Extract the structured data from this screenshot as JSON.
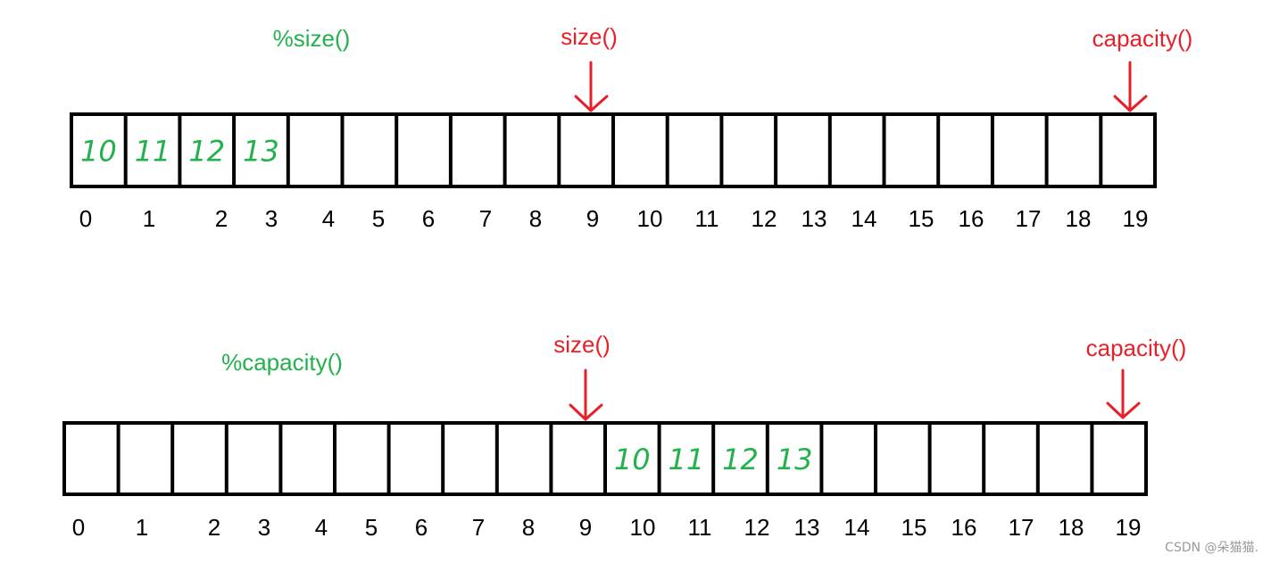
{
  "colors": {
    "red": "#e8202a",
    "green": "#22b14c",
    "black": "#000000"
  },
  "diagrams": [
    {
      "indices": [
        "0",
        "1",
        "2",
        "3",
        "4",
        "5",
        "6",
        "7",
        "8",
        "9",
        "10",
        "11",
        "12",
        "13",
        "14",
        "15",
        "16",
        "17",
        "18",
        "19"
      ],
      "values": [
        {
          "index": 0,
          "text": "10"
        },
        {
          "index": 1,
          "text": "11"
        },
        {
          "index": 2,
          "text": "12"
        },
        {
          "index": 3,
          "text": "13"
        }
      ],
      "green_label": "%size()",
      "size_label": "size()",
      "size_index": 9,
      "capacity_label": "capacity()",
      "capacity_index": 19
    },
    {
      "indices": [
        "0",
        "1",
        "2",
        "3",
        "4",
        "5",
        "6",
        "7",
        "8",
        "9",
        "10",
        "11",
        "12",
        "13",
        "14",
        "15",
        "16",
        "17",
        "18",
        "19"
      ],
      "values": [
        {
          "index": 10,
          "text": "10"
        },
        {
          "index": 11,
          "text": "11"
        },
        {
          "index": 12,
          "text": "12"
        },
        {
          "index": 13,
          "text": "13"
        }
      ],
      "green_label": "%capacity()",
      "size_label": "size()",
      "size_index": 9,
      "capacity_label": "capacity()",
      "capacity_index": 19
    }
  ],
  "watermark": "CSDN @朵猫猫."
}
